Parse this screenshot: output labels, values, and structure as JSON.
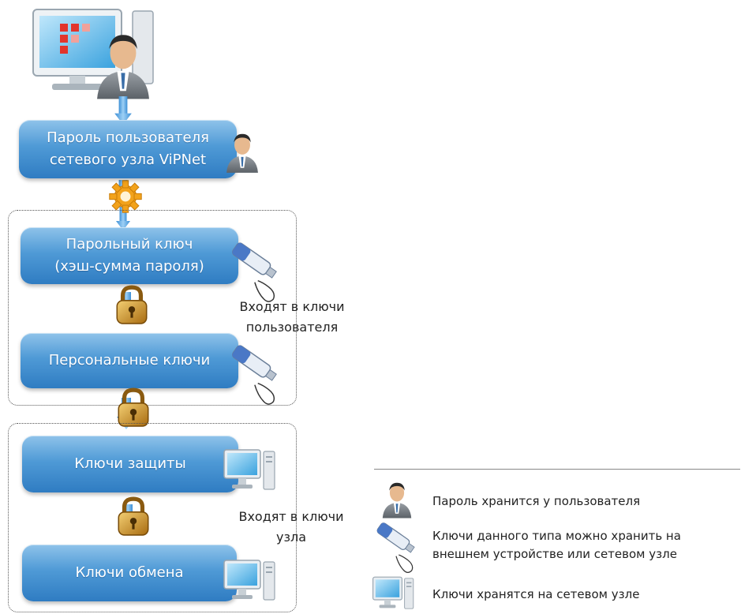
{
  "nodes": {
    "user_password": [
      "Пароль пользователя",
      "сетевого узла ViPNet"
    ],
    "password_key": [
      "Парольный ключ",
      "(хэш-сумма пароля)"
    ],
    "personal_keys": "Персональные ключи",
    "protection_keys": "Ключи защиты",
    "exchange_keys": "Ключи обмена"
  },
  "groups": {
    "user_keys": [
      "Входят в ключи",
      "пользователя"
    ],
    "node_keys": [
      "Входят в ключи",
      "узла"
    ]
  },
  "legend": {
    "user": "Пароль хранится у пользователя",
    "token": [
      "Ключи данного типа можно хранить на",
      "внешнем устройстве или сетевом узле"
    ],
    "node": "Ключи хранятся на сетевом узле"
  },
  "icons": {
    "top": "computer-with-user-icon",
    "user": "user-icon",
    "gear": "gear-icon",
    "lock": "padlock-icon",
    "token": "usb-token-icon",
    "monitor": "computer-icon"
  },
  "colors": {
    "node_top": "#8fc3ea",
    "node_bottom": "#2f7cc2",
    "arrow": "#5aa9e6",
    "lock": "#c58a1a",
    "gear": "#f2a21b"
  }
}
